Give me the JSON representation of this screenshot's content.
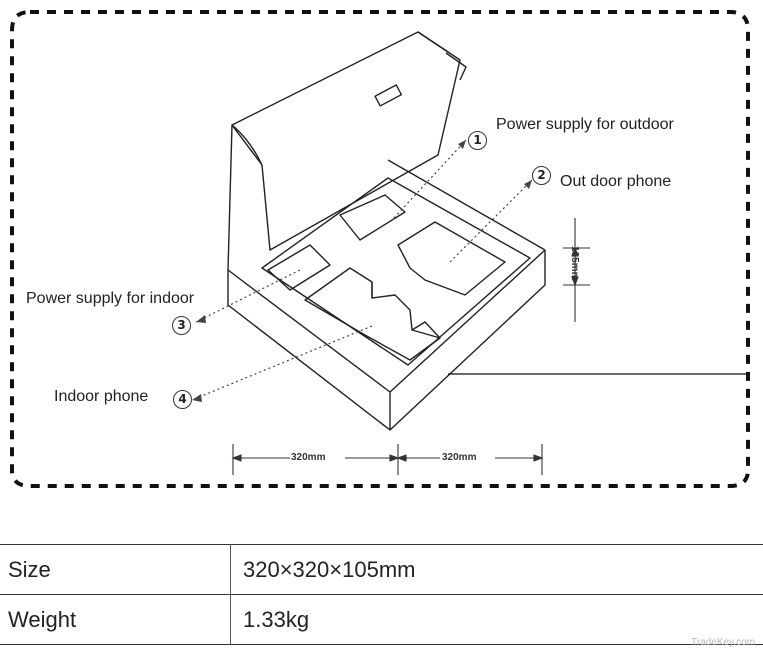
{
  "callouts": {
    "outdoor_power": {
      "number": "1",
      "label": "Power supply for outdoor"
    },
    "outdoor_phone": {
      "number": "2",
      "label": "Out door phone"
    },
    "indoor_power": {
      "number": "3",
      "label": "Power supply for indoor"
    },
    "indoor_phone": {
      "number": "4",
      "label": "Indoor phone"
    }
  },
  "dimensions": {
    "width_left": "320mm",
    "width_right": "320mm",
    "height": "105mm"
  },
  "spec_table": {
    "rows": [
      {
        "key": "Size",
        "value": "320×320×105mm"
      },
      {
        "key": "Weight",
        "value": "1.33kg"
      }
    ]
  },
  "watermark": "TradeKey.com"
}
